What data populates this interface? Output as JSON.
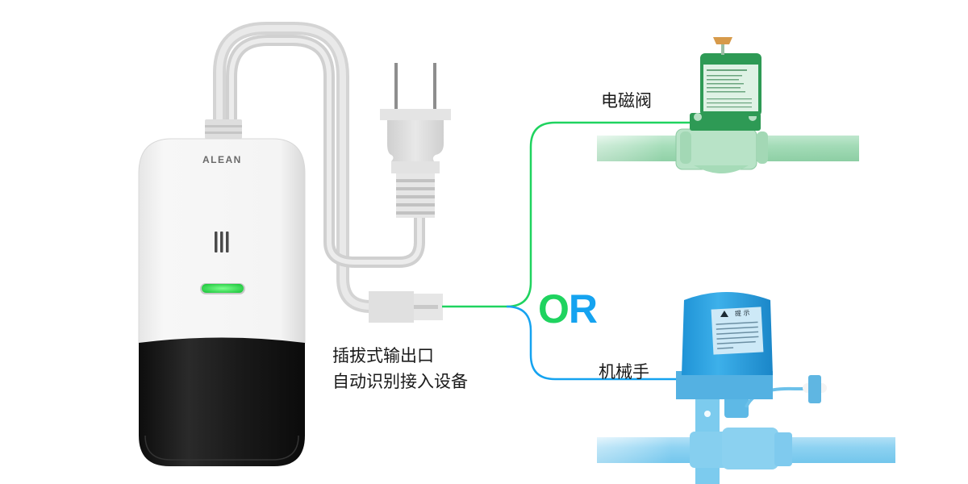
{
  "device": {
    "brand": "ALEAN",
    "indicator_color": "#39e85a",
    "body_color": "#f2f2f2",
    "lower_panel_color": "#141414"
  },
  "connector_caption": {
    "line1": "插拔式输出口",
    "line2": "自动识别接入设备"
  },
  "options": {
    "separator": {
      "part1": "O",
      "part2": "R",
      "part1_color": "#1fd35f",
      "part2_color": "#15a3f0"
    },
    "solenoid_valve": {
      "label": "电磁阀",
      "line_color": "#1fd35f",
      "tint": "#2e9a55"
    },
    "manipulator": {
      "label": "机械手",
      "line_color": "#15a3f0",
      "tint": "#2aa6e0",
      "warning_label_title": "提 示"
    }
  }
}
